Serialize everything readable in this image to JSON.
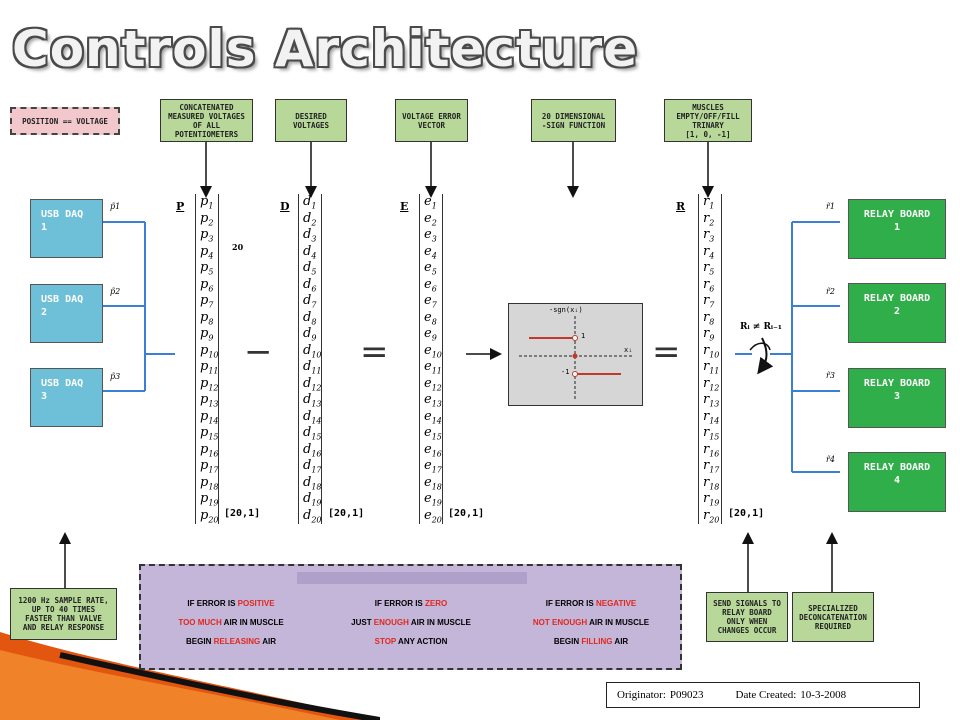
{
  "title": "Controls Architecture",
  "position_note": "POSITION == VOLTAGE",
  "top_boxes": [
    "CONCATENATED\nMEASURED VOLTAGES\nOF ALL\nPOTENTIOMETERS",
    "DESIRED\nVOLTAGES",
    "VOLTAGE ERROR\nVECTOR",
    "20 DIMENSIONAL\n-SIGN FUNCTION",
    "MUSCLES\nEMPTY/OFF/FILL\nTRINARY\n[1, 0, -1]"
  ],
  "daq_boxes": [
    "USB DAQ\n1",
    "USB DAQ\n2",
    "USB DAQ\n3"
  ],
  "daq_signals": [
    "p̃1",
    "p̃2",
    "p̃3"
  ],
  "relay_boxes": [
    "RELAY BOARD\n1",
    "RELAY BOARD\n2",
    "RELAY BOARD\n3",
    "RELAY BOARD\n4"
  ],
  "relay_signals": [
    "r̃1",
    "r̃2",
    "r̃3",
    "r̃4"
  ],
  "matrices": [
    {
      "label": "P",
      "var": "p"
    },
    {
      "label": "D",
      "var": "d"
    },
    {
      "label": "E",
      "var": "e"
    },
    {
      "label": "R",
      "var": "r"
    }
  ],
  "dim_label": "[20,1]",
  "side_note_20": "20",
  "operators": {
    "minus": "−",
    "equals1": "=",
    "equals2": "="
  },
  "sign_plot": {
    "title": "-sgn(xᵢ)",
    "x_label": "xᵢ",
    "pos": "1",
    "neg": "-1"
  },
  "relay_condition": "Rᵢ ≠ Rᵢ₋₁",
  "sample_rate_box": "1200 Hz SAMPLE RATE,\nUP TO 40 TIMES\nFASTER THAN VALVE\nAND RELAY RESPONSE",
  "send_signals_box": "SEND SIGNALS TO\nRELAY BOARD\nONLY WHEN\nCHANGES OCCUR",
  "deconcat_box": "SPECIALIZED\nDECONCATENATION\nREQUIRED",
  "error_cases": [
    {
      "l1a": "IF ERROR IS ",
      "l1b": "POSITIVE",
      "l2a": "TOO MUCH",
      "l2b": " AIR IN MUSCLE",
      "l3a": "BEGIN ",
      "l3b": "RELEASING",
      "l3c": " AIR"
    },
    {
      "l1a": "IF ERROR IS ",
      "l1b": "ZERO",
      "l2a": "JUST ",
      "l2b": "ENOUGH",
      "l2c": " AIR IN MUSCLE",
      "l3a": "STOP",
      "l3b": " ANY ACTION"
    },
    {
      "l1a": "IF ERROR IS ",
      "l1b": "NEGATIVE",
      "l2a": "NOT ENOUGH",
      "l2b": " AIR IN MUSCLE",
      "l3a": "BEGIN ",
      "l3b": "FILLING",
      "l3c": " AIR"
    }
  ],
  "footer": {
    "originator_label": "Originator:",
    "originator": "P09023",
    "date_label": "Date Created:",
    "date": "10-3-2008"
  },
  "colors": {
    "daq": "#6ec0d8",
    "relay": "#2fae4a",
    "note": "#b8d89a",
    "purple": "#c3b6d8",
    "line": "#3a7fd5",
    "accent_red": "#e0281f"
  }
}
